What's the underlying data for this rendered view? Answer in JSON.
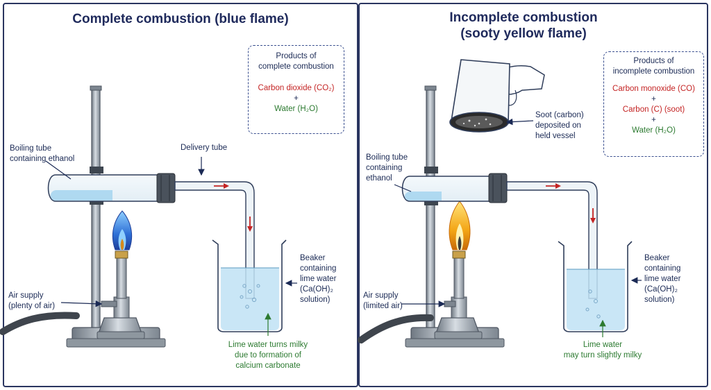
{
  "left": {
    "title": "Complete combustion (blue flame)",
    "products_heading_1": "Products of",
    "products_heading_2": "complete combustion",
    "product_1": "Carbon dioxide (CO₂)",
    "plus_1": "+",
    "product_2": "Water (H₂O)",
    "boiling_tube_1": "Boiling tube",
    "boiling_tube_2": "containing ethanol",
    "delivery_tube": "Delivery tube",
    "air_supply_1": "Air supply",
    "air_supply_2": "(plenty of air)",
    "beaker_1": "Beaker",
    "beaker_2": "containing",
    "beaker_3": "lime water",
    "beaker_4": "(Ca(OH)₂",
    "beaker_5": "solution)",
    "result_1": "Lime water turns milky",
    "result_2": "due to formation of",
    "result_3": "calcium carbonate"
  },
  "right": {
    "title_1": "Incomplete combustion",
    "title_2": "(sooty yellow flame)",
    "products_heading_1": "Products of",
    "products_heading_2": "incomplete combustion",
    "product_1": "Carbon monoxide (CO)",
    "plus_1": "+",
    "product_2": "Carbon (C) (soot)",
    "plus_2": "+",
    "product_3": "Water (H₂O)",
    "soot_1": "Soot (carbon)",
    "soot_2": "deposited on",
    "soot_3": "held vessel",
    "boiling_tube_1": "Boiling tube",
    "boiling_tube_2": "containing",
    "boiling_tube_3": "ethanol",
    "air_supply_1": "Air supply",
    "air_supply_2": "(limited air)",
    "beaker_1": "Beaker",
    "beaker_2": "containing",
    "beaker_3": "lime water",
    "beaker_4": "(Ca(OH)₂",
    "beaker_5": "solution)",
    "result_1": "Lime water",
    "result_2": "may turn slightly milky"
  },
  "colors": {
    "border": "#2a3560",
    "metal": "#9aa3ad",
    "liquid": "#bfe2f5",
    "blue_flame": "#3a7fe0",
    "yellow_flame": "#f3b21b",
    "arrow_red": "#c42424",
    "text_green": "#2c7a30",
    "text_red": "#c42424"
  },
  "icons": [
    "retort-stand-icon",
    "bunsen-burner-icon",
    "boiling-tube-icon",
    "beaker-icon",
    "flame-icon",
    "hand-icon",
    "soot-vessel-icon"
  ]
}
